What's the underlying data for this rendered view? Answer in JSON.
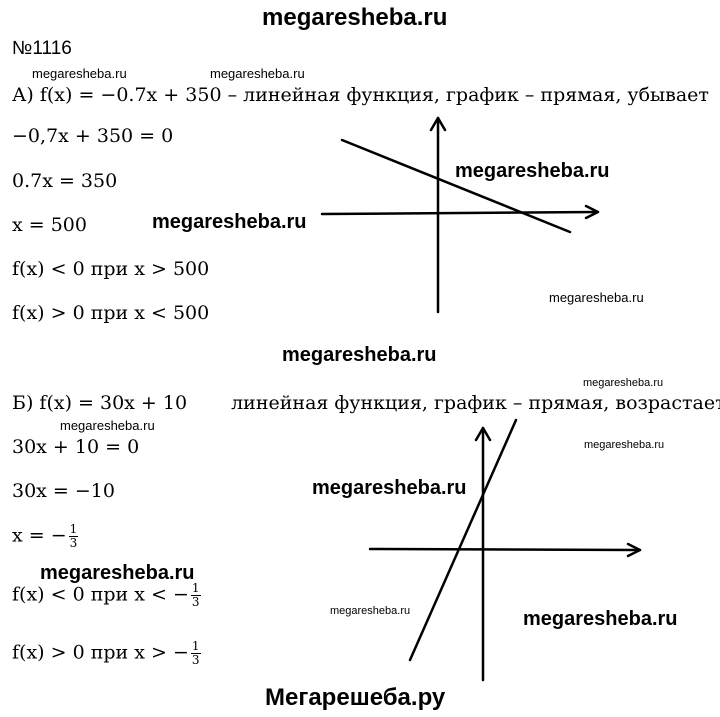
{
  "site_header": "megaresheba.ru",
  "problem_number": "№1116",
  "watermark": "megaresheba.ru",
  "part_a": {
    "statement_label": "А) f(x) = −0.7x + 350",
    "statement_text": "– линейная функция, график – прямая, убывает",
    "lines": [
      "−0,7x + 350 = 0",
      "0.7x = 350",
      "x = 500",
      "f(x) < 0  при x > 500",
      "f(x) > 0 при x < 500"
    ]
  },
  "part_b": {
    "statement_label": "Б) f(x) = 30x + 10",
    "statement_text": "линейная функция, график – прямая, возрастает",
    "lines": [
      "30x + 10 = 0",
      "30x = −10"
    ],
    "root": {
      "prefix": "x = −",
      "num": "1",
      "den": "3"
    },
    "ineq_neg": {
      "prefix": "f(x) < 0  при x < −",
      "num": "1",
      "den": "3"
    },
    "ineq_pos": {
      "prefix": "f(x) > 0 при x > −",
      "num": "1",
      "den": "3"
    }
  },
  "footer": "Мегарешеба.ру",
  "colors": {
    "text": "#000000",
    "background": "#ffffff"
  }
}
